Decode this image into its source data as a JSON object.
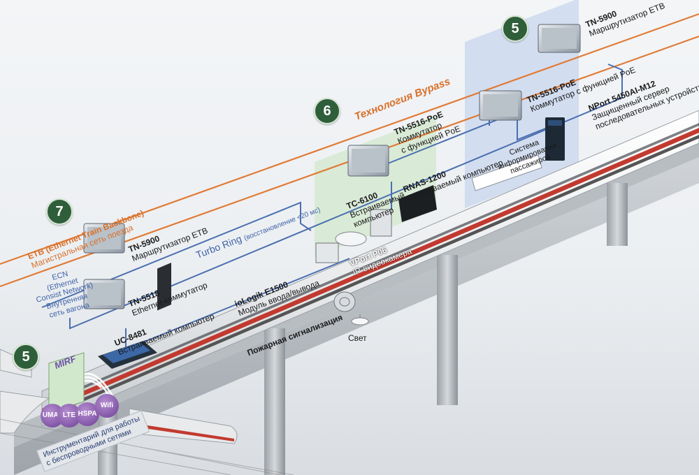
{
  "badges": {
    "b5_top": "5",
    "b6": "6",
    "b7": "7",
    "b5_left": "5"
  },
  "bypass": "Технология Bypass",
  "etb": {
    "title": "ETB (Ethernet Train Backbone)",
    "subtitle": "Магистральная сеть поезда"
  },
  "turbo_ring": {
    "name": "Turbo Ring",
    "note": "(восстановление <20 мс)"
  },
  "ecn": {
    "line1": "ECN",
    "line2": "(Ethernet",
    "line3": "Consist Network)",
    "line4": "Внутренняя",
    "line5": "сеть вагона"
  },
  "devices": {
    "tn5900_top": {
      "model": "TN-5900",
      "desc": "Маршрутизатор ETB"
    },
    "tn5516_right": {
      "model": "TN-5516-PoE",
      "desc": "Коммутатор с функцией PoE"
    },
    "nport": {
      "model": "NPort 5450AI-M12",
      "desc1": "Защищенный сервер",
      "desc2": "последовательных устройств"
    },
    "pis": {
      "desc1": "Система",
      "desc2": "информирования",
      "desc3": "пассажиров"
    },
    "rnas": {
      "model": "RNAS-1200",
      "desc": "Встраиваемый компьютер"
    },
    "tn5516_mid": {
      "model": "TN-5516-PoE",
      "desc1": "Коммутатор",
      "desc2": "с функцией PoE"
    },
    "tc6100": {
      "model": "TC-6100",
      "desc1": "Встраиваемый",
      "desc2": "компьютер"
    },
    "vport": {
      "model": "VPort P06",
      "desc": "IP-видеокамера"
    },
    "iologik": {
      "model": "ioLogik E1500",
      "desc": "Модуль ввода/вывода"
    },
    "tn5900_left": {
      "model": "TN-5900",
      "desc": "Маршрутизатор ETB"
    },
    "tn5518": {
      "model": "TN-5518",
      "desc": "Ethernet-коммутатор"
    },
    "uc8481": {
      "model": "UC-8481",
      "desc": "Встраиваемый компьютер"
    }
  },
  "fire": "Пожарная сигнализация",
  "light": "Свет",
  "mirf": "MIRF",
  "wireless": {
    "protocols": [
      "UMAT",
      "LTE",
      "HSPA",
      "Wifi"
    ],
    "caption1": "Инструментарий для работы",
    "caption2": "с беспроводными сетями"
  },
  "colors": {
    "orange": "#e07b36",
    "blue": "#4a6fb0",
    "purple": "#8a4bb0",
    "zone_blue": "#c8d6ee",
    "zone_green": "#d2e8cc",
    "badge": "#2e5e3a"
  }
}
